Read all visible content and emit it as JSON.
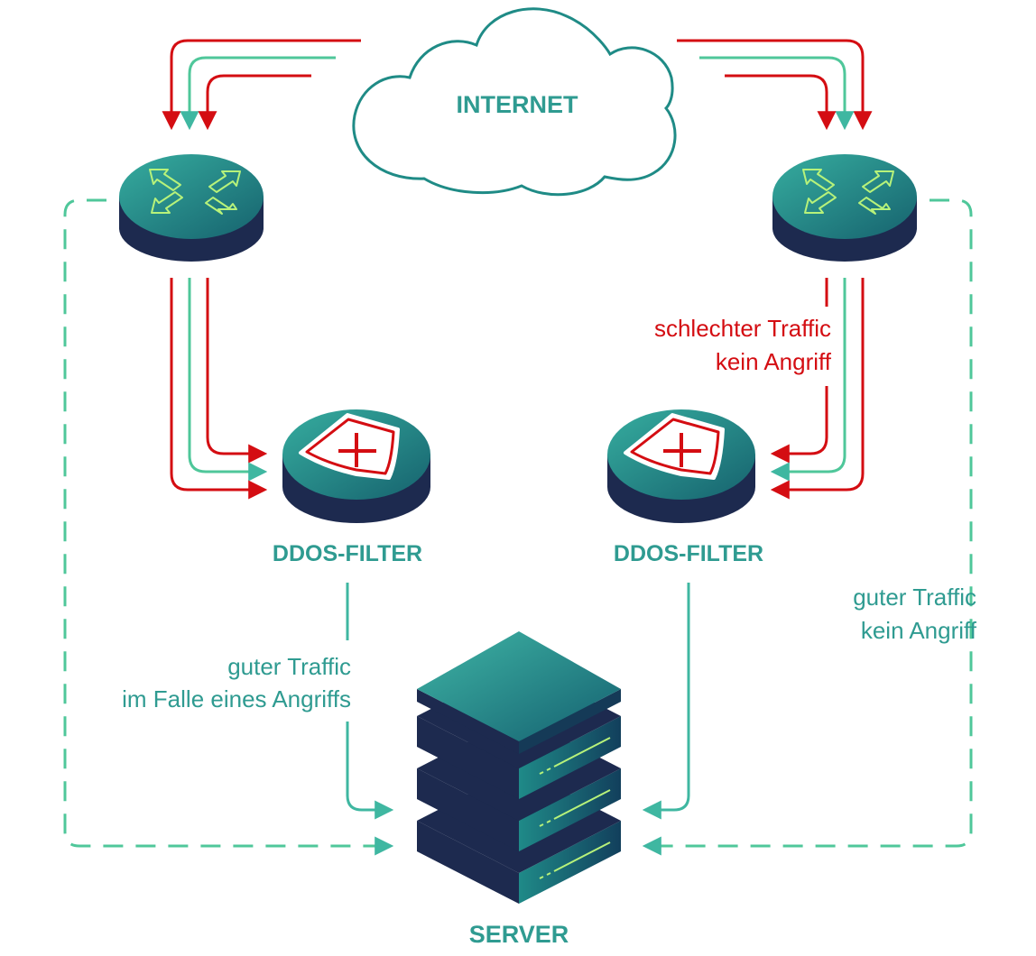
{
  "labels": {
    "internet": "INTERNET",
    "ddos_filter_left": "DDOS-FILTER",
    "ddos_filter_right": "DDOS-FILTER",
    "server": "SERVER",
    "bad_traffic_line1": "schlechter Traffic",
    "bad_traffic_line2": "kein Angriff",
    "good_attack_line1": "guter Traffic",
    "good_attack_line2": "im Falle eines Angriffs",
    "good_noattack_line1": "guter Traffic",
    "good_noattack_line2": "kein Angriff"
  },
  "colors": {
    "teal_text": "#2f9b91",
    "red": "#d40d12",
    "green": "#4fc79a",
    "dashed_green": "#4fc79a",
    "cloud_stroke": "#1f8b86",
    "navy": "#1d2a4f",
    "teal_top": "#2a9a8f",
    "lime": "#b7f27a"
  },
  "icons": {
    "cloud": "cloud-icon",
    "router": "router-icon",
    "shield": "shield-plus-icon",
    "server": "server-stack-icon"
  }
}
